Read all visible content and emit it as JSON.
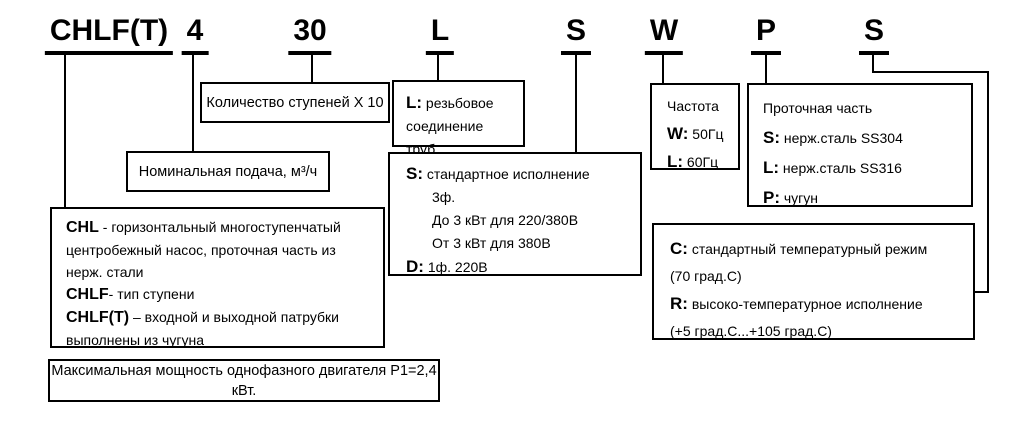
{
  "code": {
    "segments": [
      "CHLF(T)",
      "4",
      "30",
      "L",
      "S",
      "W",
      "P",
      "S"
    ]
  },
  "boxes": {
    "stages": {
      "text": "Количество ступеней X 10"
    },
    "nominal_flow": {
      "text": "Номинальная подача, м³/ч"
    },
    "pipe_connection": {
      "bold": "L:",
      "rest": " резьбовое соединение труб"
    },
    "frequency": {
      "title": "Частота",
      "items": [
        {
          "bold": "W:",
          "rest": " 50Гц"
        },
        {
          "bold": "L:",
          "rest": " 60Гц"
        }
      ]
    },
    "flow_part": {
      "title": "Проточная часть",
      "items": [
        {
          "bold": "S:",
          "rest": " нерж.сталь SS304"
        },
        {
          "bold": "L:",
          "rest": " нерж.сталь SS316"
        },
        {
          "bold": "P:",
          "rest": " чугун"
        }
      ]
    },
    "execution": {
      "items": [
        {
          "bold": "S:",
          "rest": " стандартное исполнение"
        },
        {
          "plain": "3ф."
        },
        {
          "plain": "До 3 кВт для 220/380В"
        },
        {
          "plain": "От 3 кВт для 380В"
        },
        {
          "bold": "D:",
          "rest": " 1ф. 220В"
        }
      ]
    },
    "series": {
      "items": [
        {
          "bold": "CHL",
          "rest": " - горизонтальный многоступенчатый центробежный насос, проточная часть из нерж. стали"
        },
        {
          "bold": "CHLF",
          "rest": "- тип ступени"
        },
        {
          "bold": "CHLF(T)",
          "rest": " – входной и выходной патрубки выполнены из чугуна"
        }
      ]
    },
    "temperature": {
      "items": [
        {
          "bold": "C:",
          "rest": " стандартный температурный режим"
        },
        {
          "plain": "(70 град.С)"
        },
        {
          "bold": "R:",
          "rest": " высоко-температурное исполнение"
        },
        {
          "plain": "(+5 град.С...+105 град.С)"
        }
      ]
    },
    "max_power": {
      "text": "Максимальная мощность однофазного двигателя P1=2,4 кВт."
    }
  },
  "colors": {
    "line": "#000000",
    "background": "#ffffff"
  }
}
